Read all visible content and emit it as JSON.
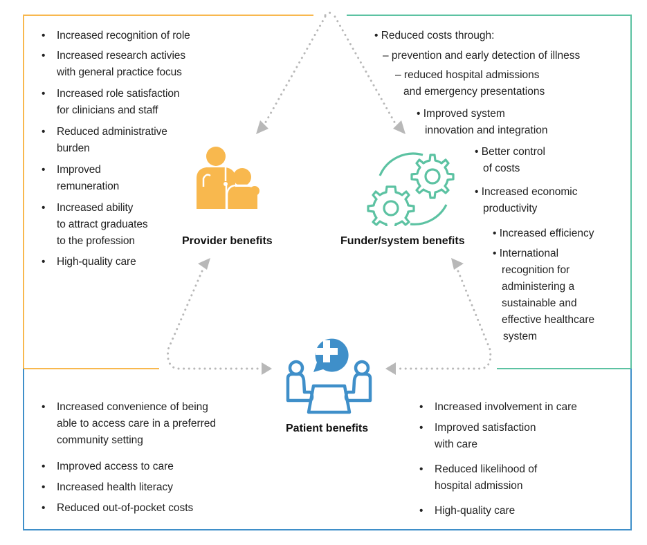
{
  "colors": {
    "provider": "#f8b84e",
    "funder": "#5cc2a2",
    "patient": "#3f8fc9",
    "arrow": "#b8b8b8",
    "text": "#222222"
  },
  "provider": {
    "title": "Provider benefits",
    "icon": "doctor-patient-icon",
    "items": [
      [
        "Increased recognition of role"
      ],
      [
        "Increased research activies",
        "with general practice focus"
      ],
      [
        "Increased role satisfaction",
        "for clinicians and staff"
      ],
      [
        "Reduced administrative",
        "burden"
      ],
      [
        "Improved",
        "remuneration"
      ],
      [
        "Increased ability",
        "to attract graduates",
        "to the profession"
      ],
      [
        "High-quality care"
      ]
    ]
  },
  "funder": {
    "title": "Funder/system benefits",
    "icon": "gears-icon",
    "items": {
      "reduced_costs": "• Reduced costs through:",
      "sub1": "– prevention and early detection of illness",
      "sub2a": "– reduced hospital admissions",
      "sub2b": "and emergency presentations",
      "innov_a": "• Improved system",
      "innov_b": "innovation and integration",
      "control_a": "• Better control",
      "control_b": "of costs",
      "econ_a": "• Increased economic",
      "econ_b": "productivity",
      "efficiency": "• Increased efficiency",
      "intl_a": "• International",
      "intl_b": "recognition for",
      "intl_c": "administering a",
      "intl_d": "sustainable and",
      "intl_e": "effective healthcare",
      "intl_f": "system"
    }
  },
  "patient": {
    "title": "Patient benefits",
    "icon": "consultation-icon",
    "left_items": [
      [
        "Increased convenience of being",
        "able to access care in a preferred",
        "community setting"
      ],
      [
        "Improved access to care"
      ],
      [
        "Increased health literacy"
      ],
      [
        "Reduced out-of-pocket costs"
      ]
    ],
    "right_items": [
      [
        "Increased involvement in care"
      ],
      [
        "Improved satisfaction",
        "with care"
      ],
      [
        "Reduced likelihood of",
        "hospital admission"
      ],
      [
        "High-quality care"
      ]
    ]
  }
}
